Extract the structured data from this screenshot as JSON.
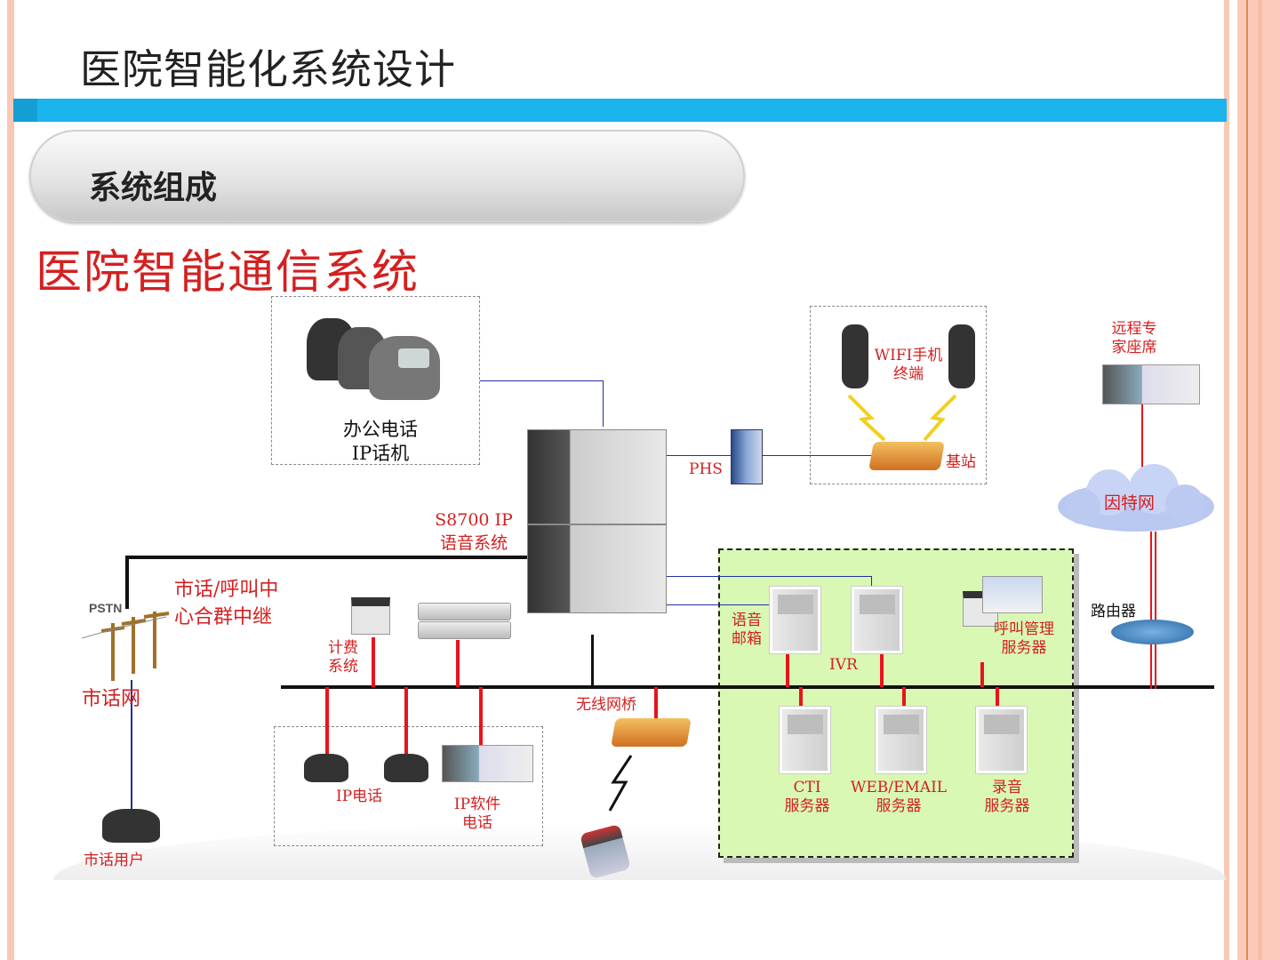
{
  "slide": {
    "title": "医院智能化系统设计",
    "section": "系统组成",
    "heading": "医院智能通信系统"
  },
  "diagram": {
    "office_phone": [
      "办公电话",
      "IP话机"
    ],
    "core": [
      "S8700 IP",
      "语音系统"
    ],
    "phs": "PHS",
    "wifi": [
      "WIFI手机",
      "终端"
    ],
    "base_station": "基站",
    "remote_expert": [
      "远程专",
      "家座席"
    ],
    "internet": "因特网",
    "router": "路由器",
    "pstn": "PSTN",
    "trunk": [
      "市话/呼叫中",
      "心合群中继"
    ],
    "city_network": "市话网",
    "city_user": "市话用户",
    "billing": [
      "计费",
      "系统"
    ],
    "voicemail": [
      "语音",
      "邮箱"
    ],
    "ivr": "IVR",
    "call_mgmt": [
      "呼叫管理",
      "服务器"
    ],
    "cti": [
      "CTI",
      "服务器"
    ],
    "web_email": [
      "WEB/EMAIL",
      "服务器"
    ],
    "recording": [
      "录音",
      "服务器"
    ],
    "ip_phone": "IP电话",
    "soft_phone": [
      "IP软件",
      "电话"
    ],
    "wireless_bridge": "无线网桥"
  },
  "colors": {
    "accent": "#1ab4ec",
    "label_red": "#d42020",
    "callcenter_bg": "#d9f8b4",
    "border_pink": "#f9c9b6"
  }
}
